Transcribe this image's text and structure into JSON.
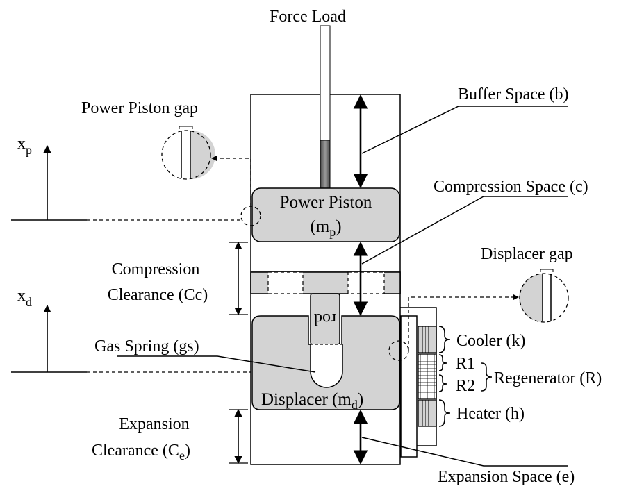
{
  "labels": {
    "force_load": "Force Load",
    "buffer_space": "Buffer Space (b)",
    "power_piston_gap": "Power Piston gap",
    "xp_main": "x",
    "xp_sub": "p",
    "power_piston_line1": "Power Piston",
    "power_piston_m": "(m",
    "power_piston_sub": "p",
    "power_piston_close": ")",
    "compression_space": "Compression Space (c)",
    "compression_clearance_line1": "Compression",
    "compression_clearance_line2": "Clearance (Cc)",
    "xd_main": "x",
    "xd_sub": "d",
    "displacer_gap": "Displacer gap",
    "rod": "rod",
    "gas_spring": "Gas Spring (gs)",
    "cooler": "Cooler (k)",
    "r1": "R1",
    "r2": "R2",
    "regenerator": "Regenerator (R)",
    "displacer_main": "Displacer (m",
    "displacer_sub": "d",
    "displacer_close": ")",
    "heater": "Heater (h)",
    "expansion_clearance_line1": "Expansion",
    "expansion_clearance_line2": "Clearance (C",
    "expansion_clearance_sub": "e",
    "expansion_clearance_close": ")",
    "expansion_space": "Expansion Space (e)"
  },
  "colors": {
    "part_fill": "#d3d3d3",
    "rod_gradient_dark": "#4a4a4a",
    "rod_gradient_light": "#b8b8b8",
    "line": "#000000"
  }
}
